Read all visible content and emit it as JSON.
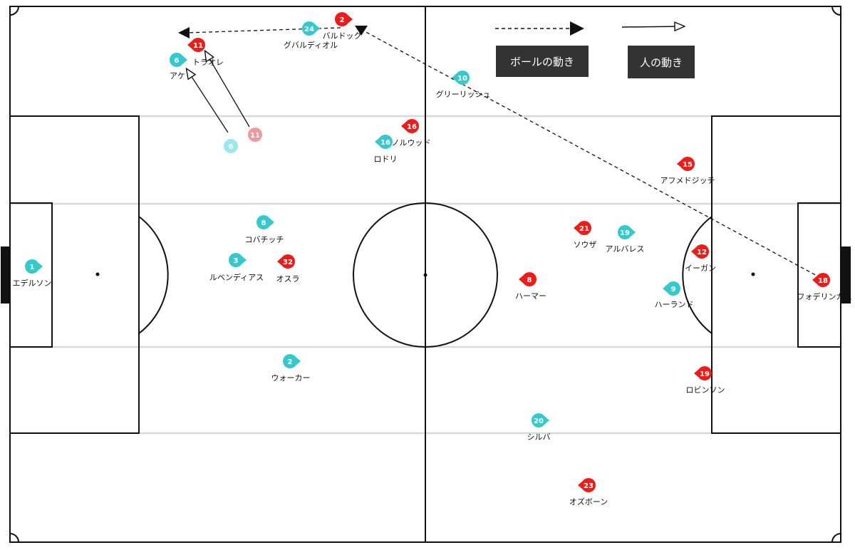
{
  "legend": {
    "ball_movement": "ボールの動き",
    "player_movement": "人の動き"
  },
  "colors": {
    "team_cyan": "#35c9cd",
    "team_red": "#ee1b1b",
    "ghost_cyan": "#9fe7ee",
    "ghost_red": "#ee9a9a",
    "line": "#111111",
    "band": "#d9d9d9"
  },
  "players": [
    {
      "id": "edelson",
      "team": "cyan",
      "number": "1",
      "name": "エデルソン",
      "dir": "right"
    },
    {
      "id": "cyan-6",
      "team": "cyan",
      "number": "6",
      "name": "アケ",
      "dir": "right"
    },
    {
      "id": "cyan-24",
      "team": "cyan",
      "number": "24",
      "name": "グバルディオル",
      "dir": "right"
    },
    {
      "id": "cyan-10",
      "team": "cyan",
      "number": "10",
      "name": "グリーリッシュ",
      "dir": "left"
    },
    {
      "id": "cyan-16",
      "team": "cyan",
      "number": "16",
      "name": "ロドリ",
      "dir": "left"
    },
    {
      "id": "cyan-8",
      "team": "cyan",
      "number": "8",
      "name": "コバチッチ",
      "dir": "right"
    },
    {
      "id": "cyan-3",
      "team": "cyan",
      "number": "3",
      "name": "ルベンディアス",
      "dir": "right"
    },
    {
      "id": "cyan-2",
      "team": "cyan",
      "number": "2",
      "name": "ウォーカー",
      "dir": "right"
    },
    {
      "id": "cyan-19",
      "team": "cyan",
      "number": "19",
      "name": "アルバレス",
      "dir": "right"
    },
    {
      "id": "cyan-9",
      "team": "cyan",
      "number": "9",
      "name": "ハーランド",
      "dir": "left"
    },
    {
      "id": "cyan-20",
      "team": "cyan",
      "number": "20",
      "name": "シルバ",
      "dir": "right"
    },
    {
      "id": "red-2",
      "team": "red",
      "number": "2",
      "name": "バルドック",
      "dir": "right"
    },
    {
      "id": "red-11",
      "team": "red",
      "number": "11",
      "name": "トラオレ",
      "dir": "left"
    },
    {
      "id": "red-16",
      "team": "red",
      "number": "16",
      "name": "ノルウッド",
      "dir": "left"
    },
    {
      "id": "red-15",
      "team": "red",
      "number": "15",
      "name": "アフメドジッチ",
      "dir": "left"
    },
    {
      "id": "red-32",
      "team": "red",
      "number": "32",
      "name": "オスラ",
      "dir": "left"
    },
    {
      "id": "red-21",
      "team": "red",
      "number": "21",
      "name": "ソウザ",
      "dir": "left"
    },
    {
      "id": "red-12",
      "team": "red",
      "number": "12",
      "name": "イーガン",
      "dir": "left"
    },
    {
      "id": "red-8",
      "team": "red",
      "number": "8",
      "name": "ハーマー",
      "dir": "left"
    },
    {
      "id": "red-18",
      "team": "red",
      "number": "18",
      "name": "フォデリンガム",
      "dir": "left"
    },
    {
      "id": "red-19",
      "team": "red",
      "number": "19",
      "name": "ロビンソン",
      "dir": "left"
    },
    {
      "id": "red-23",
      "team": "red",
      "number": "23",
      "name": "オズボーン",
      "dir": "left"
    }
  ],
  "ghosts": [
    {
      "id": "ghost-6",
      "team": "cyan",
      "number": "6"
    },
    {
      "id": "ghost-11",
      "team": "red",
      "number": "11"
    }
  ]
}
